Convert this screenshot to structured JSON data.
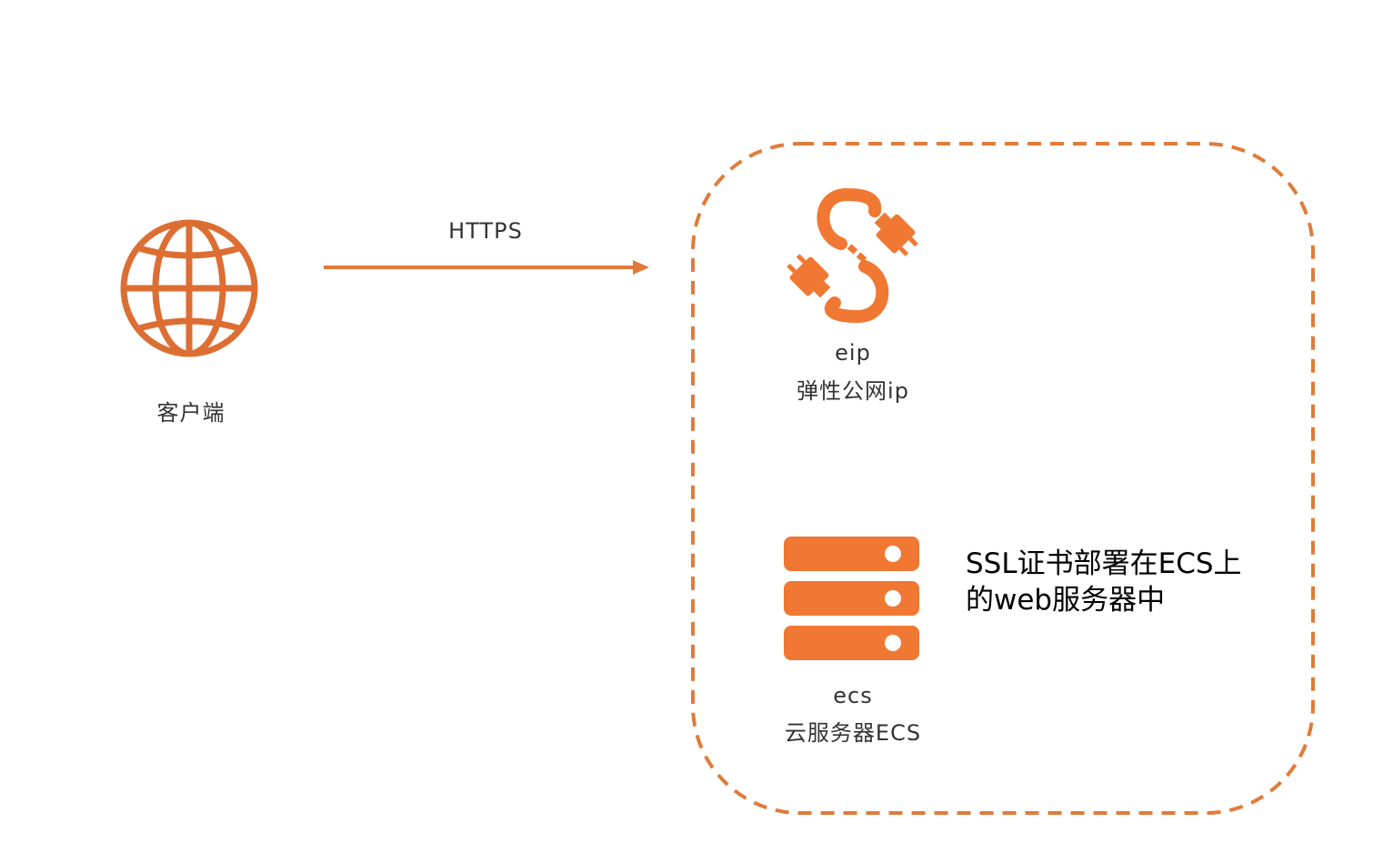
{
  "colors": {
    "accent": "#f07832",
    "line": "#e07b3a",
    "icon": "#f07832",
    "text": "#333333"
  },
  "client": {
    "icon": "globe-icon",
    "label": "客户端"
  },
  "connection": {
    "protocol": "HTTPS"
  },
  "group": {
    "eip": {
      "icon": "cable-link-icon",
      "name": "eip",
      "label": "弹性公网ip"
    },
    "ecs": {
      "icon": "server-stack-icon",
      "name": "ecs",
      "label": "云服务器ECS"
    },
    "note": "SSL证书部署在ECS上\n的web服务器中"
  }
}
